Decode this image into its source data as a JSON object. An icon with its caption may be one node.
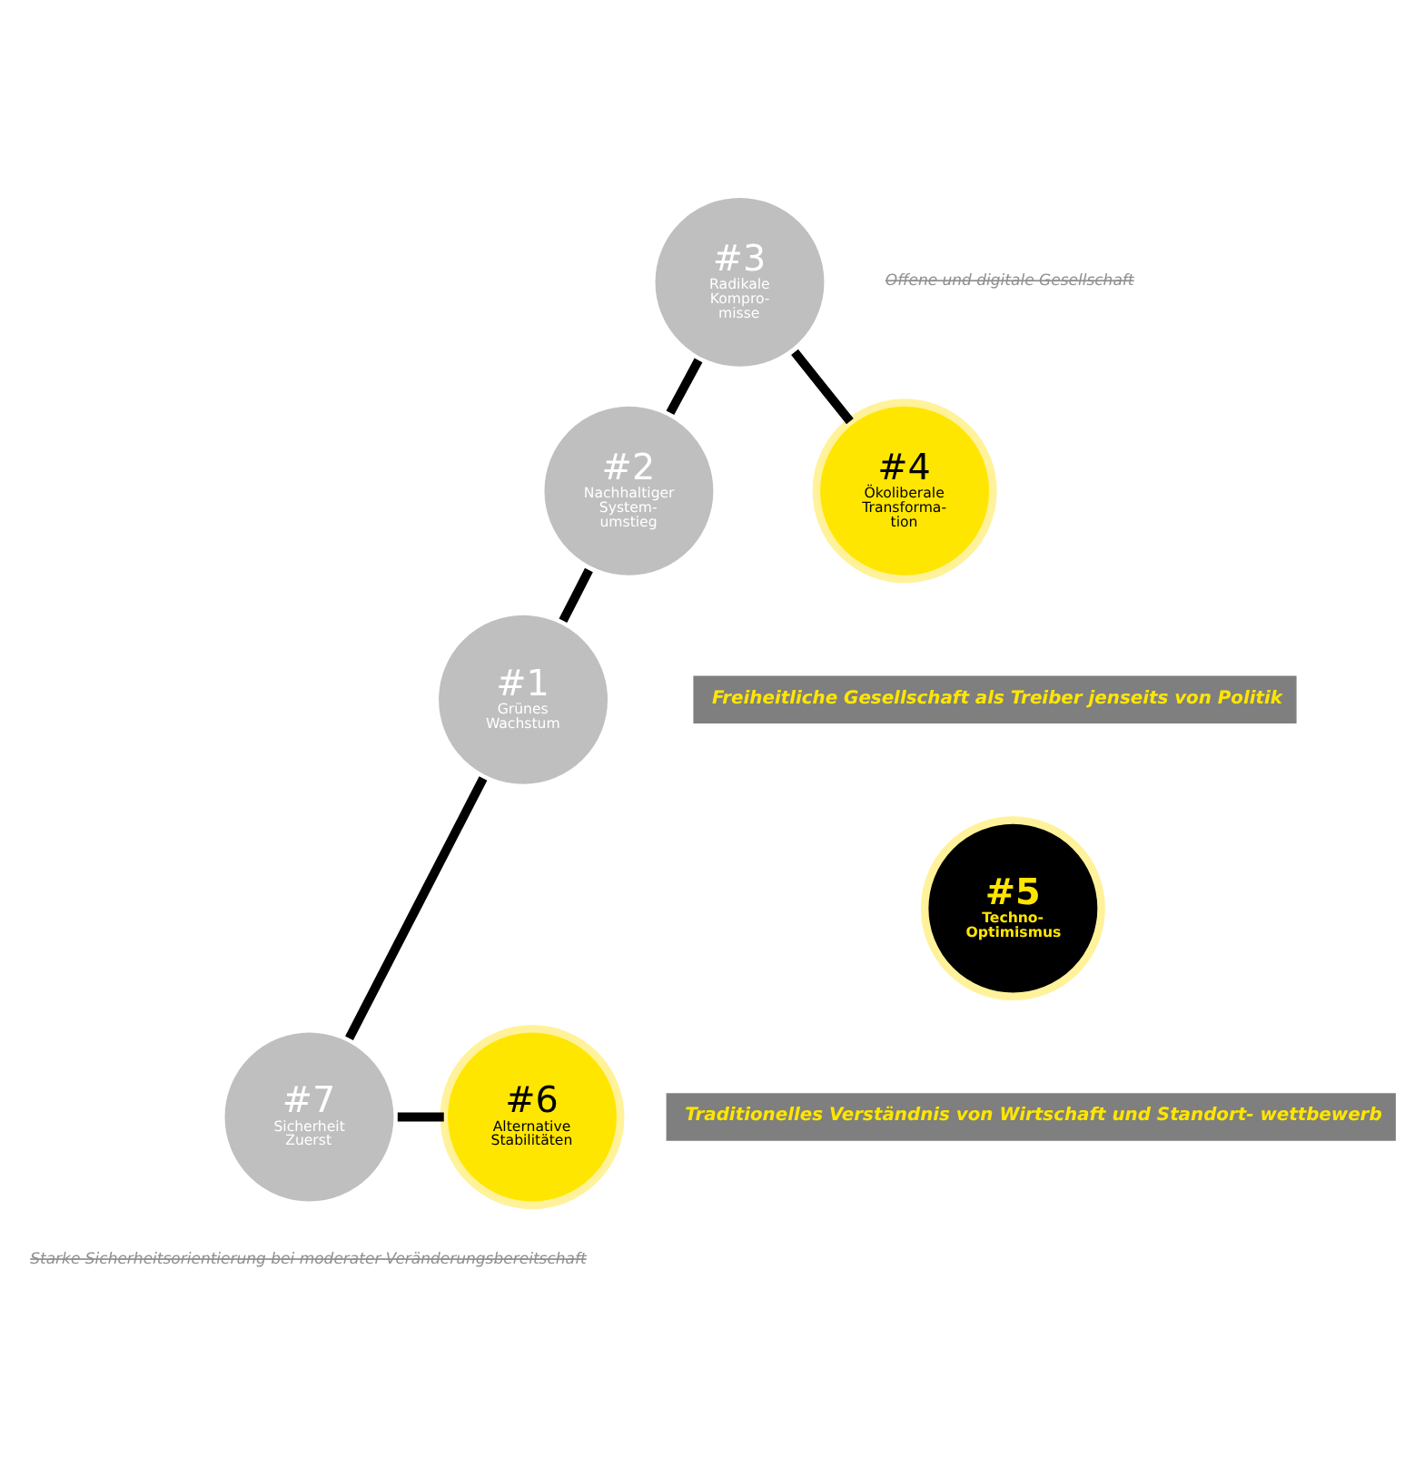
{
  "diagram": {
    "nodes": [
      {
        "text": [
          "#3",
          "Radikale Kompro- misse"
        ]
      },
      {
        "text": [
          "#2",
          "Nachhaltiger System- umstieg"
        ]
      },
      {
        "text": [
          "#4",
          "Ökoliberale Transforma- tion"
        ]
      },
      {
        "text": [
          "Freiheitliche Gesellschaft als Treiber jenseits von Politik"
        ]
      },
      {
        "text": [
          "#1",
          "Grünes Wachstum"
        ]
      },
      {
        "text": [
          "#5",
          "Techno- Optimismus"
        ]
      },
      {
        "text": [
          "#7",
          "Sicherheit Zuerst"
        ]
      },
      {
        "text": [
          "#6",
          "Alternative Stabilitäten"
        ]
      },
      {
        "text": [
          "Traditionelles Verständnis von Wirtschaft und Standort- wettbewerb"
        ]
      }
    ],
    "edges": [
      {
        "from": 4,
        "to": 1,
        "arrow": "none"
      },
      {
        "from": 1,
        "to": 0,
        "arrow": "none"
      },
      {
        "from": 0,
        "to": 2,
        "arrow": "none"
      },
      {
        "from": 4,
        "to": 6,
        "arrow": "none"
      },
      {
        "from": 6,
        "to": 7,
        "arrow": "none"
      }
    ],
    "labels": [
      "Offene und digitale Gesellschaft",
      "Starke Sicherheitsorientierung bei moderater Veränderungsbereitschaft"
    ]
  }
}
